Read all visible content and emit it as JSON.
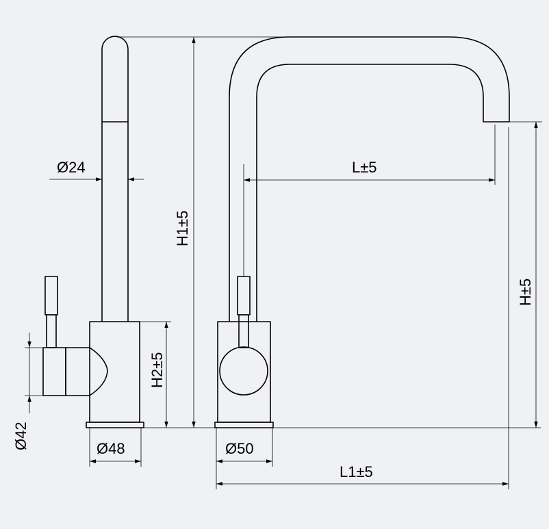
{
  "colors": {
    "background": "#f0f1f5",
    "lines": "#000000"
  },
  "dimensions": {
    "d24": "Ø24",
    "h1": "H1±5",
    "l": "L±5",
    "h": "H±5",
    "h2": "H2±5",
    "d42": "Ø42",
    "d48": "Ø48",
    "d50": "Ø50",
    "l1": "L1±5"
  }
}
